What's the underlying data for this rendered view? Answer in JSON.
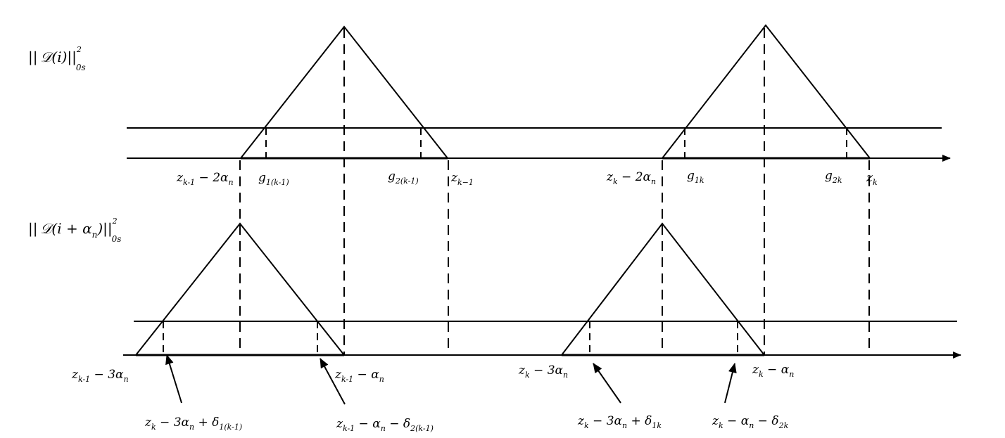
{
  "ylabel_top": {
    "pre": "|| 𝒟(i)||",
    "sup": "2",
    "sub": "0s"
  },
  "ylabel_bottom": {
    "pre": "|| 𝒟(i + α",
    "pre_sub": "n",
    "post": ")||",
    "sup": "2",
    "sub": "0s"
  },
  "labels_top": {
    "zkm1_2a": {
      "z": "z",
      "zs": "k-1",
      "rest": " − 2α",
      "rs": "n"
    },
    "g1km1": {
      "g": "g",
      "gs": "1(k-1)"
    },
    "g2km1": {
      "g": "g",
      "gs": "2(k-1)"
    },
    "zkm1": {
      "z": "z",
      "zs": "k−1"
    },
    "zk_2a": {
      "z": "z",
      "zs": "k",
      "rest": " − 2α",
      "rs": "n"
    },
    "g1k": {
      "g": "g",
      "gs": "1k"
    },
    "g2k": {
      "g": "g",
      "gs": "2k"
    },
    "zk": {
      "z": "z",
      "zs": "k"
    }
  },
  "labels_bottom": {
    "zkm1_3a": {
      "z": "z",
      "zs": "k-1",
      "rest": " − 3α",
      "rs": "n"
    },
    "zkm1_a": {
      "z": "z",
      "zs": "k-1",
      "rest": " − α",
      "rs": "n"
    },
    "zk_3a": {
      "z": "z",
      "zs": "k",
      "rest": " − 3α",
      "rs": "n"
    },
    "zk_a": {
      "z": "z",
      "zs": "k",
      "rest": " − α",
      "rs": "n"
    },
    "ann1": {
      "z": "z",
      "zs": "k",
      "rest": " − 3α",
      "rs": "n",
      "rest2": " + δ",
      "rs2": "1(k-1)"
    },
    "ann2": {
      "z": "z",
      "zs": "k-1",
      "rest": " − α",
      "rs": "n",
      "rest2": " − δ",
      "rs2": "2(k-1)"
    },
    "ann3": {
      "z": "z",
      "zs": "k",
      "rest": " − 3α",
      "rs": "n",
      "rest2": " + δ",
      "rs2": "1k"
    },
    "ann4": {
      "z": "z",
      "zs": "k",
      "rest": " − α",
      "rs": "n",
      "rest2": " − δ",
      "rs2": "2k"
    }
  }
}
